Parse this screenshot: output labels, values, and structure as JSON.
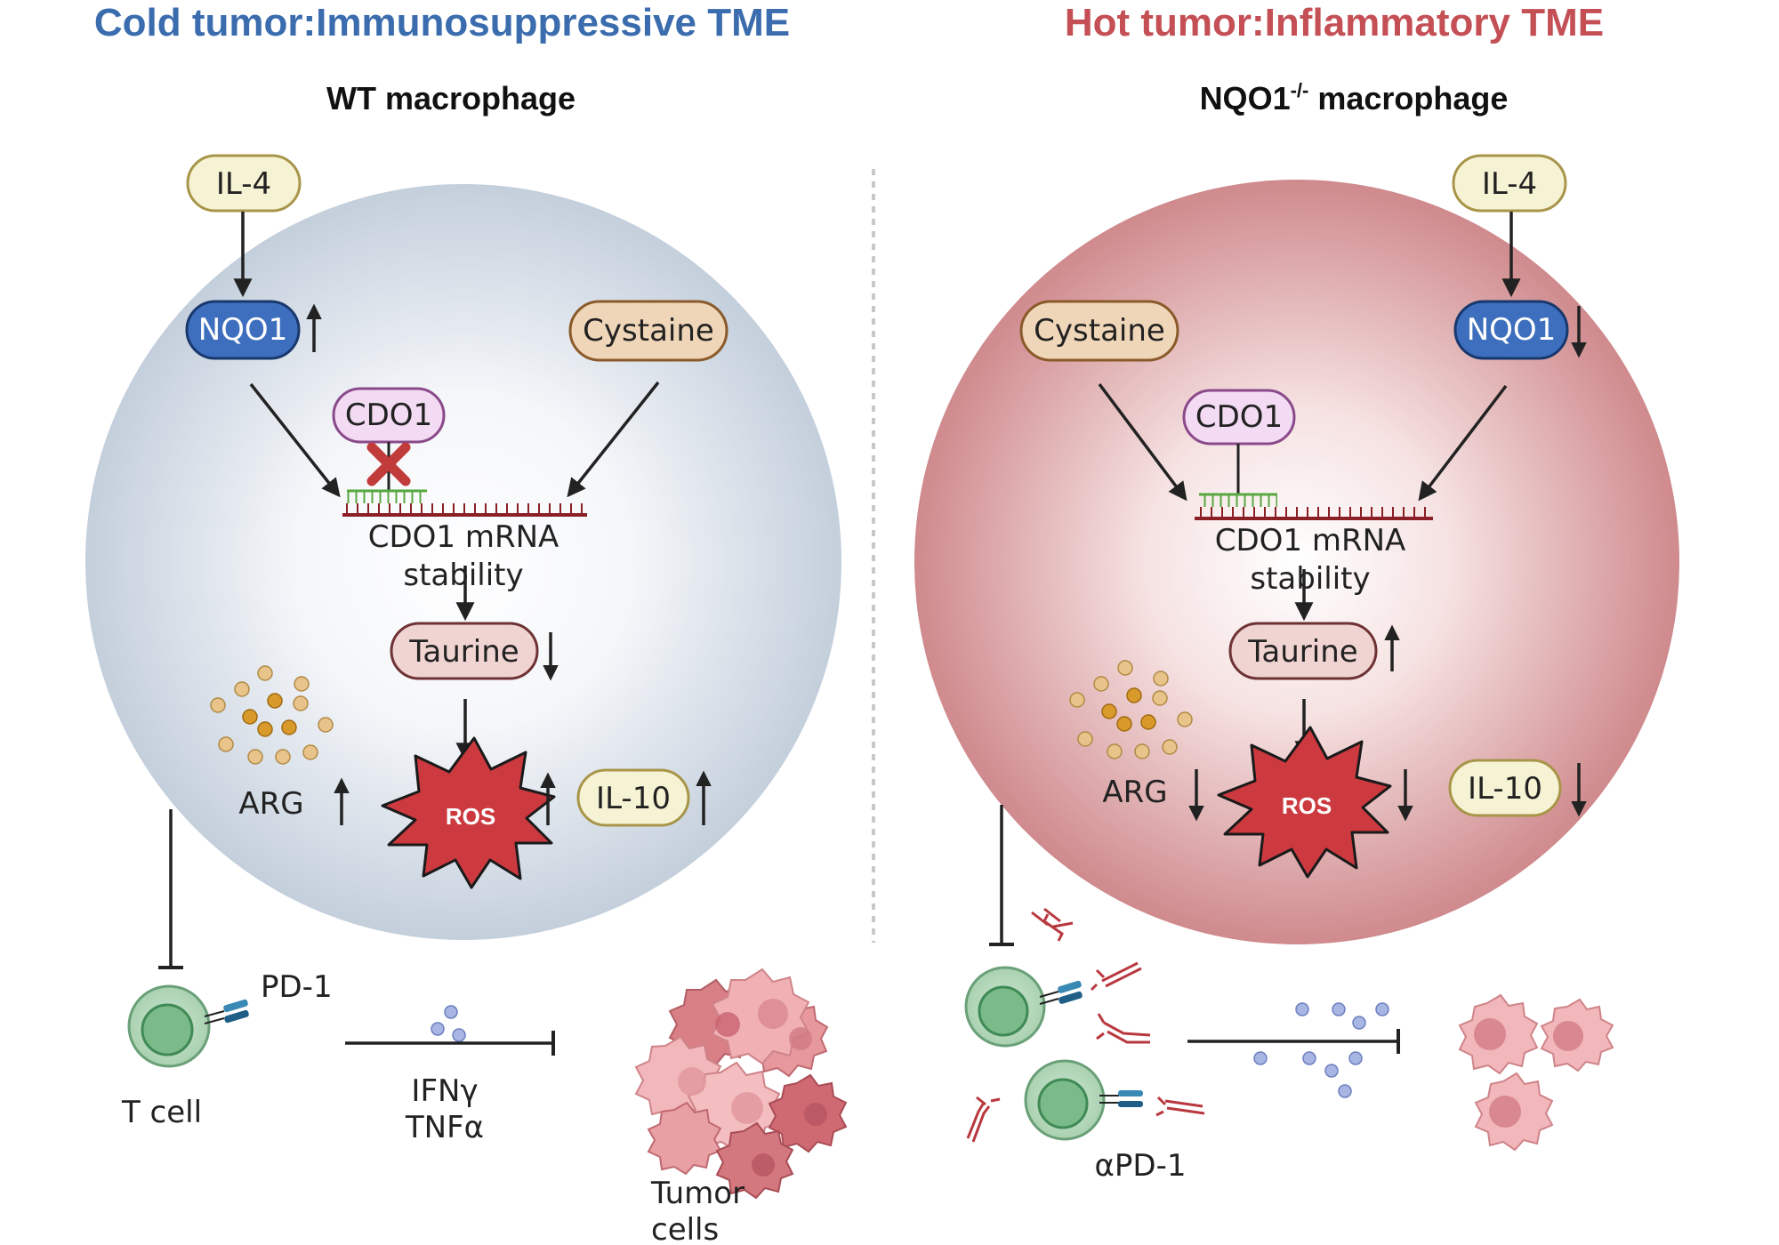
{
  "colors": {
    "cold": "#3a6cae",
    "hot": "#c45056",
    "nqo1_fill": "#3d6fbe",
    "il_fill": "#f6f3d4",
    "cystaine_fill": "#f0d6b8",
    "cdo1_fill": "#f3dcf3",
    "taurine_fill": "#f0d4d2",
    "ros_fill": "#cc3a40"
  },
  "left": {
    "title": "Cold tumor:Immunosuppressive TME",
    "subtitle": "WT macrophage",
    "il4": "IL-4",
    "nqo1": "NQO1",
    "cystaine": "Cystaine",
    "cdo1": "CDO1",
    "mrna_line1": "CDO1 mRNA",
    "mrna_line2": "stability",
    "taurine": "Taurine",
    "arg": "ARG",
    "ros": "ROS",
    "il10": "IL-10",
    "pd1": "PD-1",
    "tcell": "T cell",
    "cyt1": "IFNγ",
    "cyt2": "TNFα",
    "tumor1": "Tumor",
    "tumor2": "cells"
  },
  "right": {
    "title": "Hot tumor:Inflammatory TME",
    "subtitle_main": "NQO1",
    "subtitle_sup": "-/-",
    "subtitle_rest": " macrophage",
    "il4": "IL-4",
    "nqo1": "NQO1",
    "cystaine": "Cystaine",
    "cdo1": "CDO1",
    "mrna_line1": "CDO1 mRNA",
    "mrna_line2": "stability",
    "taurine": "Taurine",
    "arg": "ARG",
    "ros": "ROS",
    "il10": "IL-10",
    "apd1": "αPD-1"
  }
}
